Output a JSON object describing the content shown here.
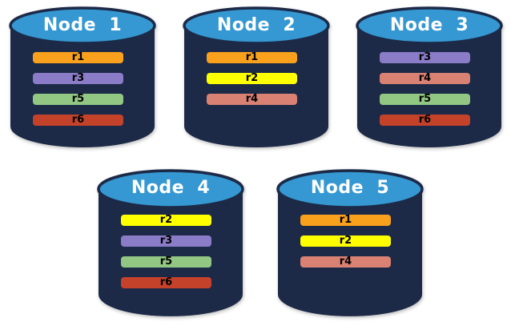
{
  "colors": {
    "background": "#FFFFFF",
    "cylinder_body": "#1C2A48",
    "cylinder_top": "#3598D2",
    "cylinder_outline": "#1C2A48",
    "title_text": "#FFFFFF",
    "bar_text": "#000000",
    "replicas": {
      "r1": "#F9A11C",
      "r2": "#FFFF00",
      "r3": "#8A7CC6",
      "r4": "#D98173",
      "r5": "#92C783",
      "r6": "#C5422A"
    }
  },
  "nodes": [
    {
      "label": "Node  1",
      "replicas": [
        "r1",
        "r3",
        "r5",
        "r6"
      ]
    },
    {
      "label": "Node  2",
      "replicas": [
        "r1",
        "r2",
        "r4"
      ]
    },
    {
      "label": "Node  3",
      "replicas": [
        "r3",
        "r4",
        "r5",
        "r6"
      ]
    },
    {
      "label": "Node  4",
      "replicas": [
        "r2",
        "r3",
        "r5",
        "r6"
      ]
    },
    {
      "label": "Node  5",
      "replicas": [
        "r1",
        "r2",
        "r4"
      ]
    }
  ]
}
